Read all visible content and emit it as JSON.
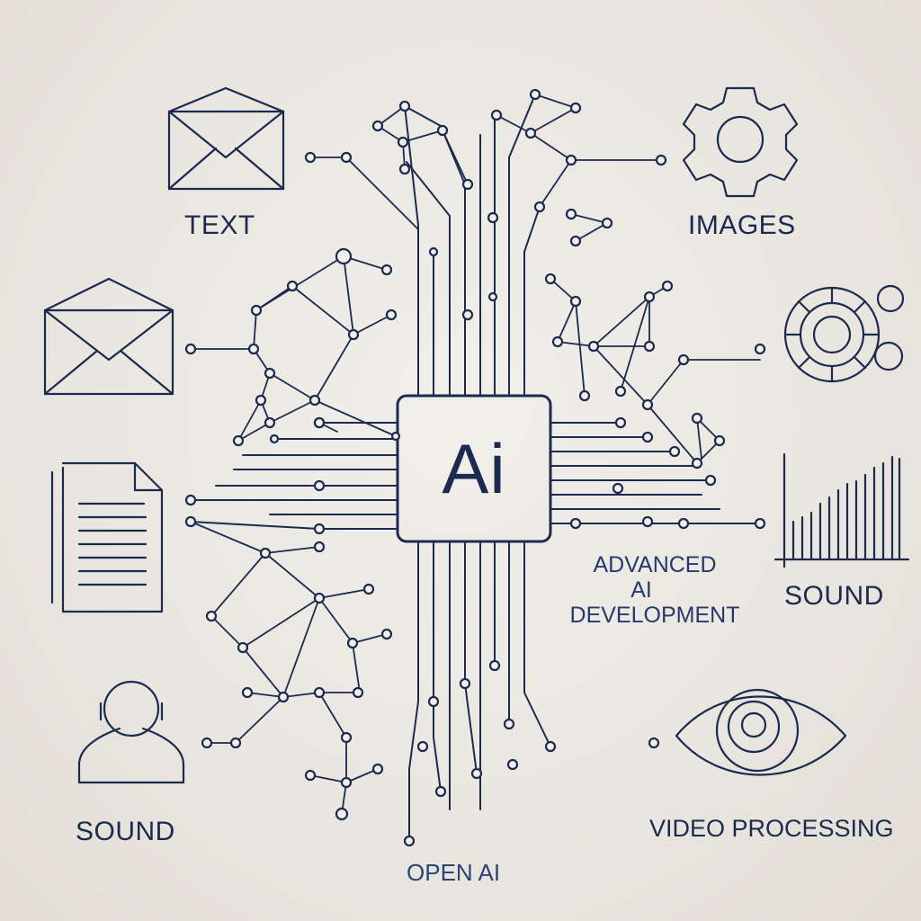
{
  "labels": {
    "text": "TEXT",
    "images": "IMAGES",
    "sound_right": "SOUND",
    "sound_left": "SOUND",
    "video": "VIDEO PROCESSING",
    "advanced_line1": "ADVANCED",
    "advanced_line2": "AI",
    "advanced_line3": "DEVELOPMENT",
    "openai": "OPEN AI"
  },
  "chip": {
    "text": "Ai"
  },
  "icons": [
    "envelope-icon",
    "envelope-icon",
    "document-icon",
    "person-icon",
    "gear-icon",
    "molecule-icon",
    "bar-chart-icon",
    "eye-icon",
    "ai-chip-icon"
  ],
  "colors": {
    "ink": "#1b2a4e",
    "background": "#ece9e2"
  }
}
